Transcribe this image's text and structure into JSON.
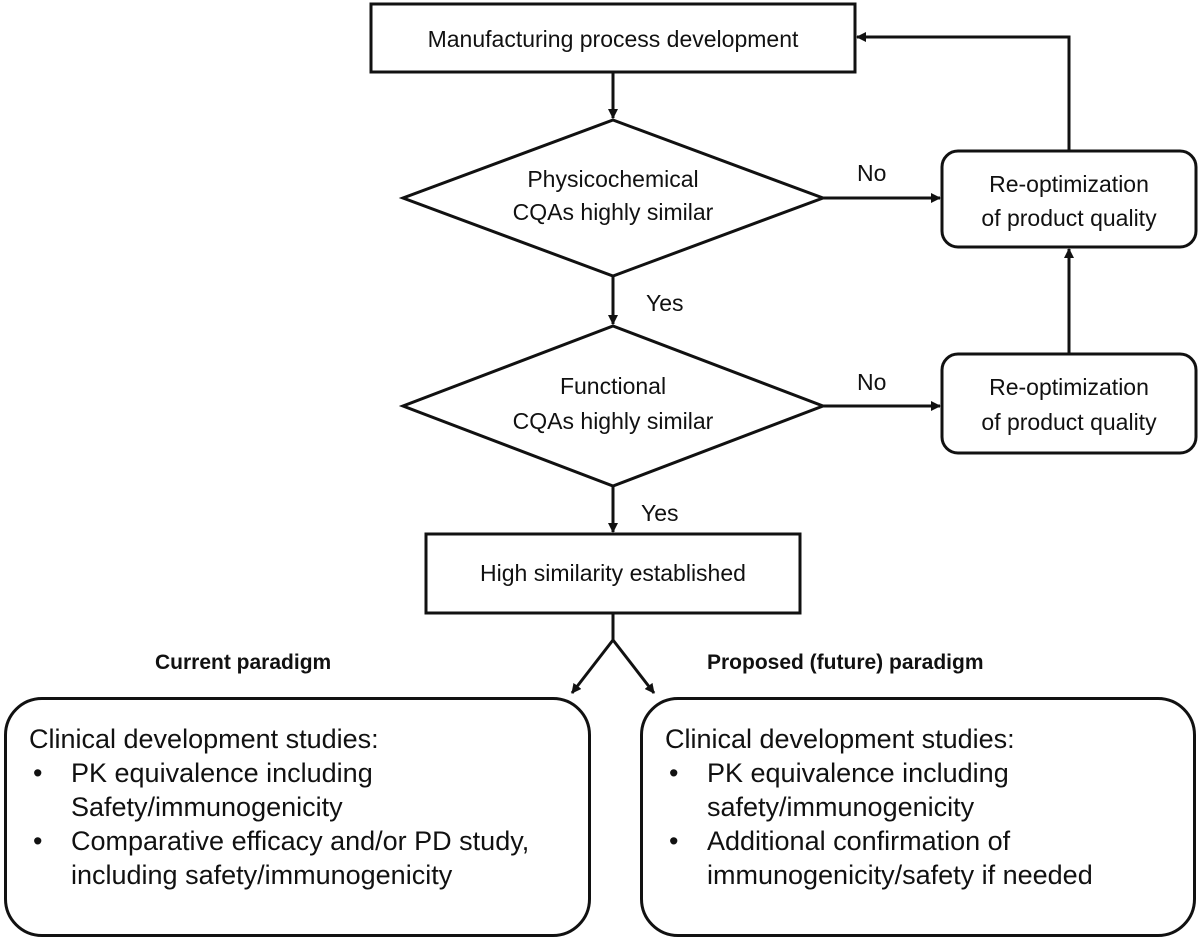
{
  "nodes": {
    "manufacturing": "Manufacturing process development",
    "physicochemical_line1": "Physicochemical",
    "physicochemical_line2": "CQAs highly similar",
    "functional_line1": "Functional",
    "functional_line2": "CQAs highly similar",
    "reopt_top_line1": "Re-optimization",
    "reopt_top_line2": "of product quality",
    "reopt_bottom_line1": "Re-optimization",
    "reopt_bottom_line2": "of product quality",
    "high_similarity": "High similarity established"
  },
  "edge_labels": {
    "no_top": "No",
    "yes_top": "Yes",
    "no_bottom": "No",
    "yes_bottom": "Yes"
  },
  "paradigms": {
    "current": {
      "title": "Current paradigm",
      "heading": "Clinical development studies:",
      "items": [
        {
          "line1": "PK equivalence including",
          "line2": "Safety/immunogenicity"
        },
        {
          "line1": "Comparative efficacy and/or PD study,",
          "line2": "including safety/immunogenicity"
        }
      ]
    },
    "proposed": {
      "title": "Proposed (future) paradigm",
      "heading": "Clinical development studies:",
      "items": [
        {
          "line1": "PK equivalence including",
          "line2": "safety/immunogenicity"
        },
        {
          "line1": "Additional confirmation of",
          "line2": "immunogenicity/safety if needed"
        }
      ]
    }
  },
  "bullet_symbol": "•"
}
